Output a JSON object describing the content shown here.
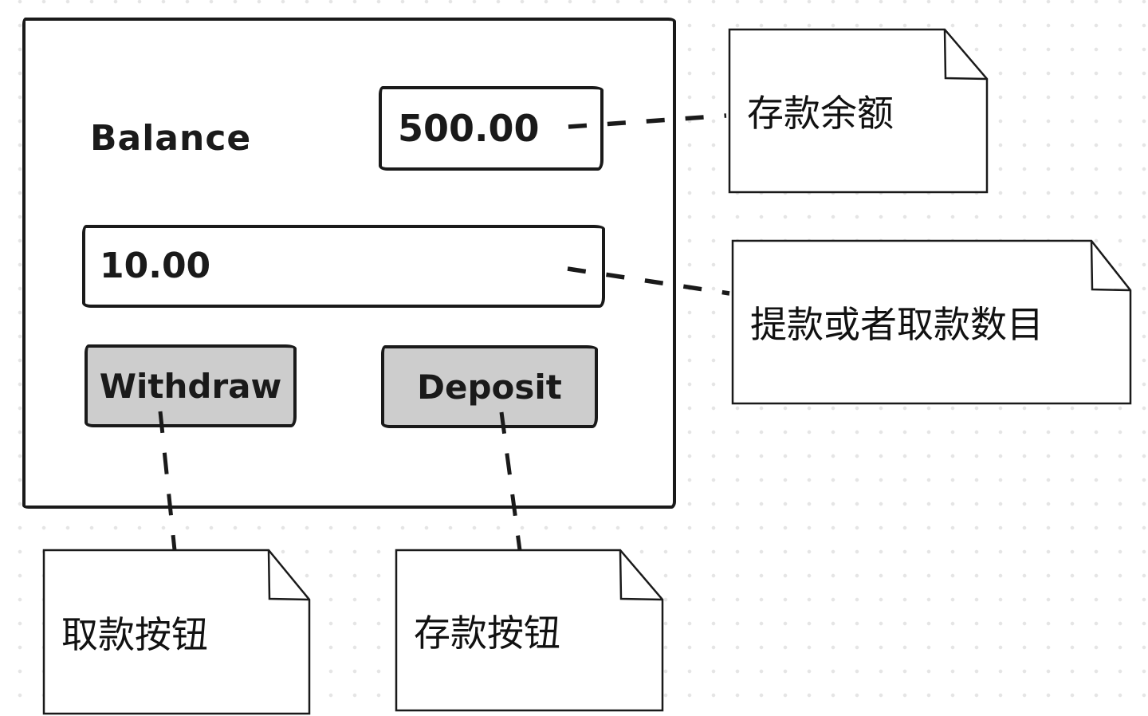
{
  "window": {
    "balance_label": "Balance",
    "balance_value": "500.00",
    "amount_value": "10.00",
    "withdraw_label": "Withdraw",
    "deposit_label": "Deposit"
  },
  "notes": {
    "balance_note": "存款余额",
    "amount_note": "提款或者取款数目",
    "withdraw_note": "取款按钮",
    "deposit_note": "存款按钮"
  },
  "colors": {
    "ink": "#1a1a1a",
    "button_fill": "#cdcdcd",
    "note_fill": "#ffffff",
    "background": "#ffffff"
  }
}
